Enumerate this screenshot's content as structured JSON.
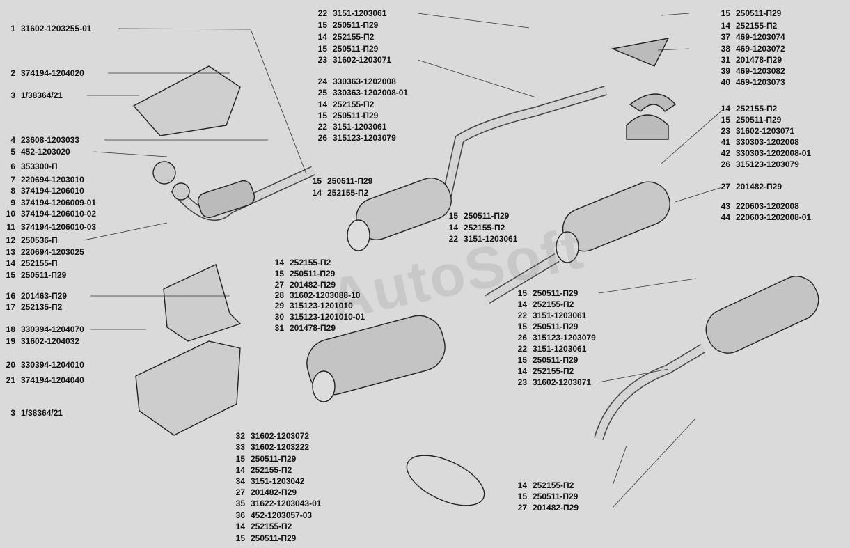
{
  "watermark": "AutoSoft",
  "callouts": [
    {
      "num": "1",
      "part": "31602-1203255-01"
    },
    {
      "num": "2",
      "part": "374194-1204020"
    },
    {
      "num": "3",
      "part": "1/38364/21"
    },
    {
      "num": "4",
      "part": "23608-1203033"
    },
    {
      "num": "5",
      "part": "452-1203020"
    },
    {
      "num": "6",
      "part": "353300-П"
    },
    {
      "num": "7",
      "part": "220694-1203010"
    },
    {
      "num": "8",
      "part": "374194-1206010"
    },
    {
      "num": "9",
      "part": "374194-1206009-01"
    },
    {
      "num": "10",
      "part": "374194-1206010-02"
    },
    {
      "num": "11",
      "part": "374194-1206010-03"
    },
    {
      "num": "12",
      "part": "250536-П"
    },
    {
      "num": "13",
      "part": "220694-1203025"
    },
    {
      "num": "14",
      "part": "252155-П"
    },
    {
      "num": "15",
      "part": "250511-П29"
    },
    {
      "num": "16",
      "part": "201463-П29"
    },
    {
      "num": "17",
      "part": "252135-П2"
    },
    {
      "num": "18",
      "part": "330394-1204070"
    },
    {
      "num": "19",
      "part": "31602-1204032"
    },
    {
      "num": "20",
      "part": "330394-1204010"
    },
    {
      "num": "21",
      "part": "374194-1204040"
    },
    {
      "num": "3",
      "part": "1/38364/21"
    },
    {
      "num": "22",
      "part": "3151-1203061"
    },
    {
      "num": "15",
      "part": "250511-П29"
    },
    {
      "num": "14",
      "part": "252155-П2"
    },
    {
      "num": "15",
      "part": "250511-П29"
    },
    {
      "num": "23",
      "part": "31602-1203071"
    },
    {
      "num": "24",
      "part": "330363-1202008"
    },
    {
      "num": "25",
      "part": "330363-1202008-01"
    },
    {
      "num": "14",
      "part": "252155-П2"
    },
    {
      "num": "15",
      "part": "250511-П29"
    },
    {
      "num": "22",
      "part": "3151-1203061"
    },
    {
      "num": "26",
      "part": "315123-1203079"
    },
    {
      "num": "15",
      "part": "250511-П29"
    },
    {
      "num": "14",
      "part": "252155-П2"
    },
    {
      "num": "15",
      "part": "250511-П29"
    },
    {
      "num": "14",
      "part": "252155-П2"
    },
    {
      "num": "22",
      "part": "3151-1203061"
    },
    {
      "num": "14",
      "part": "252155-П2"
    },
    {
      "num": "15",
      "part": "250511-П29"
    },
    {
      "num": "27",
      "part": "201482-П29"
    },
    {
      "num": "28",
      "part": "31602-1203088-10"
    },
    {
      "num": "29",
      "part": "315123-1201010"
    },
    {
      "num": "30",
      "part": "315123-1201010-01"
    },
    {
      "num": "31",
      "part": "201478-П29"
    },
    {
      "num": "32",
      "part": "31602-1203072"
    },
    {
      "num": "33",
      "part": "31602-1203222"
    },
    {
      "num": "15",
      "part": "250511-П29"
    },
    {
      "num": "14",
      "part": "252155-П2"
    },
    {
      "num": "34",
      "part": "3151-1203042"
    },
    {
      "num": "27",
      "part": "201482-П29"
    },
    {
      "num": "35",
      "part": "31622-1203043-01"
    },
    {
      "num": "36",
      "part": "452-1203057-03"
    },
    {
      "num": "14",
      "part": "252155-П2"
    },
    {
      "num": "15",
      "part": "250511-П29"
    },
    {
      "num": "15",
      "part": "250511-П29"
    },
    {
      "num": "14",
      "part": "252155-П2"
    },
    {
      "num": "37",
      "part": "469-1203074"
    },
    {
      "num": "38",
      "part": "469-1203072"
    },
    {
      "num": "31",
      "part": "201478-П29"
    },
    {
      "num": "39",
      "part": "469-1203082"
    },
    {
      "num": "40",
      "part": "469-1203073"
    },
    {
      "num": "14",
      "part": "252155-П2"
    },
    {
      "num": "15",
      "part": "250511-П29"
    },
    {
      "num": "23",
      "part": "31602-1203071"
    },
    {
      "num": "41",
      "part": "330303-1202008"
    },
    {
      "num": "42",
      "part": "330303-1202008-01"
    },
    {
      "num": "26",
      "part": "315123-1203079"
    },
    {
      "num": "27",
      "part": "201482-П29"
    },
    {
      "num": "43",
      "part": "220603-1202008"
    },
    {
      "num": "44",
      "part": "220603-1202008-01"
    },
    {
      "num": "15",
      "part": "250511-П29"
    },
    {
      "num": "14",
      "part": "252155-П2"
    },
    {
      "num": "22",
      "part": "3151-1203061"
    },
    {
      "num": "15",
      "part": "250511-П29"
    },
    {
      "num": "26",
      "part": "315123-1203079"
    },
    {
      "num": "22",
      "part": "3151-1203061"
    },
    {
      "num": "15",
      "part": "250511-П29"
    },
    {
      "num": "14",
      "part": "252155-П2"
    },
    {
      "num": "23",
      "part": "31602-1203071"
    },
    {
      "num": "14",
      "part": "252155-П2"
    },
    {
      "num": "15",
      "part": "250511-П29"
    },
    {
      "num": "27",
      "part": "201482-П29"
    }
  ]
}
